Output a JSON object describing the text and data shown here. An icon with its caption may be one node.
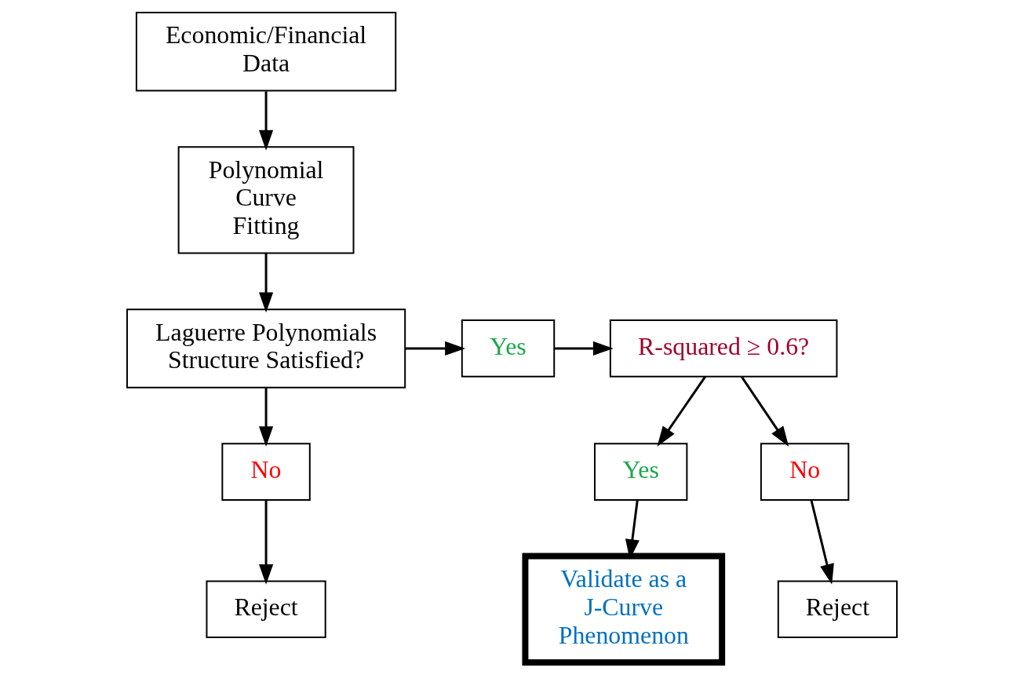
{
  "diagram": {
    "nodes": [
      {
        "text": [
          "Economic/Financial Data"
        ]
      },
      {
        "text": [
          "Polynomial Curve Fitting"
        ]
      },
      {
        "text": [
          "Laguerre Polynomials Structure Satisfied?"
        ]
      },
      {
        "text": [
          "Yes"
        ]
      },
      {
        "text": [
          "R-squared ≥ 0.6?"
        ]
      },
      {
        "text": [
          "No"
        ]
      },
      {
        "text": [
          "Reject"
        ]
      },
      {
        "text": [
          "Yes"
        ]
      },
      {
        "text": [
          "No"
        ]
      },
      {
        "text": [
          "Validate as a J-Curve Phenomenon"
        ]
      },
      {
        "text": [
          "Reject"
        ]
      }
    ],
    "edges": [
      {
        "from": 0,
        "to": 1,
        "arrow": "to"
      },
      {
        "from": 1,
        "to": 2,
        "arrow": "to"
      },
      {
        "from": 2,
        "to": 3,
        "arrow": "to"
      },
      {
        "from": 3,
        "to": 4,
        "arrow": "to"
      },
      {
        "from": 2,
        "to": 5,
        "arrow": "to"
      },
      {
        "from": 5,
        "to": 6,
        "arrow": "to"
      },
      {
        "from": 4,
        "to": 7,
        "arrow": "to"
      },
      {
        "from": 4,
        "to": 8,
        "arrow": "to"
      },
      {
        "from": 7,
        "to": 9,
        "arrow": "to"
      },
      {
        "from": 8,
        "to": 10,
        "arrow": "to"
      }
    ]
  }
}
